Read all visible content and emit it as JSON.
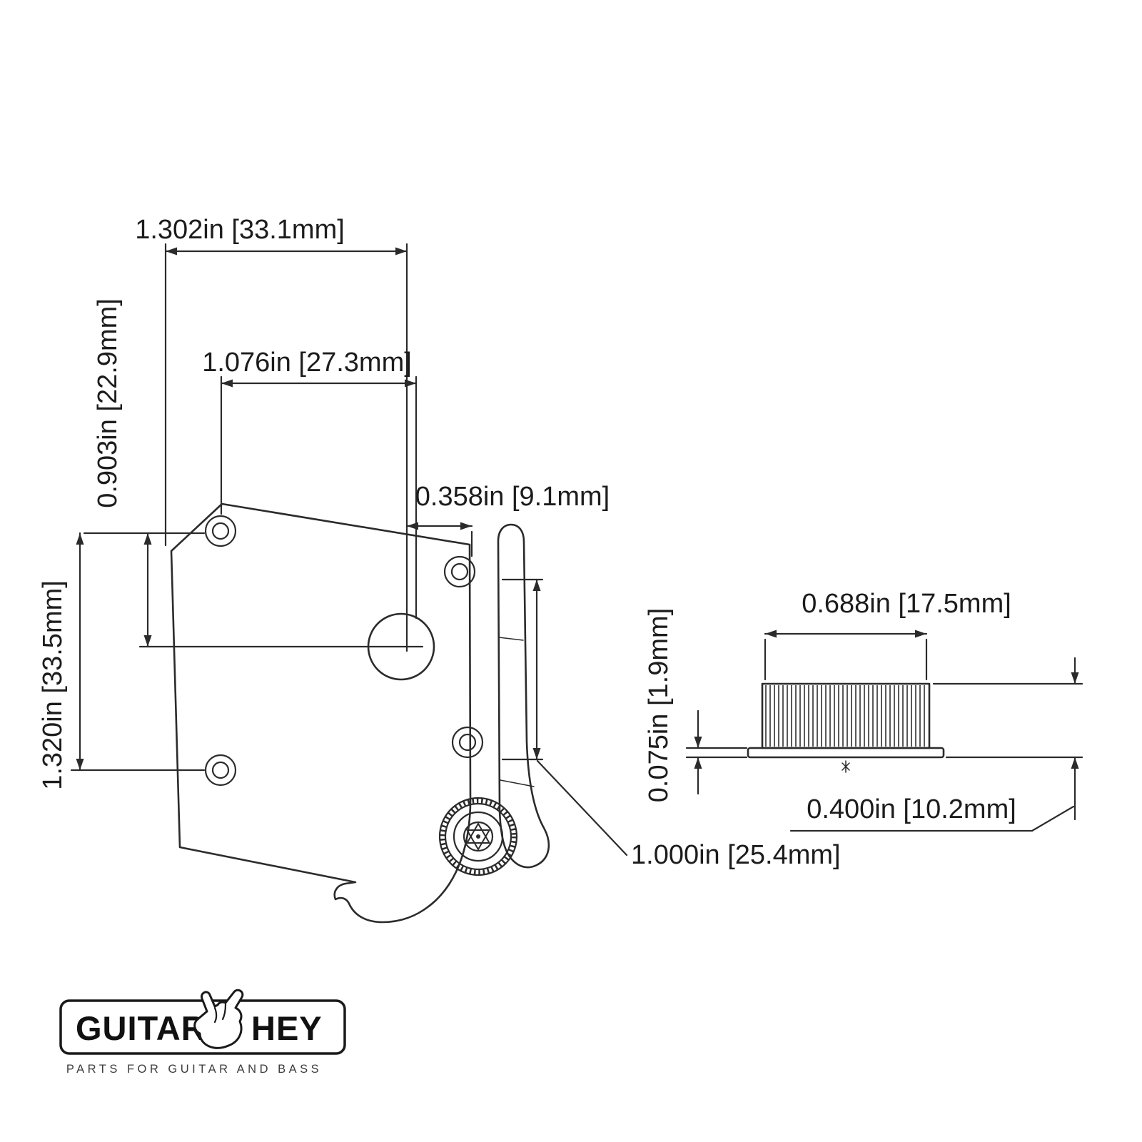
{
  "colors": {
    "background": "#ffffff",
    "line": "#2b2b2b",
    "text": "#1c1c1c"
  },
  "dims": {
    "top_width": "1.302in [33.1mm]",
    "holes_width": "1.076in [27.3mm]",
    "upper_height": "0.903in [22.9mm]",
    "holes_height": "1.320in [33.5mm]",
    "post_to_lever": "0.358in [9.1mm]",
    "lever_length": "1.000in [25.4mm]",
    "knob_diameter": "0.688in [17.5mm]",
    "flange_thickness": "0.075in [1.9mm]",
    "knob_height": "0.400in [10.2mm]"
  },
  "logo": {
    "brand_left": "GUITAR",
    "brand_right": "HEY",
    "icon": "rock-hand-icon",
    "tagline": "PARTS FOR GUITAR AND BASS"
  }
}
